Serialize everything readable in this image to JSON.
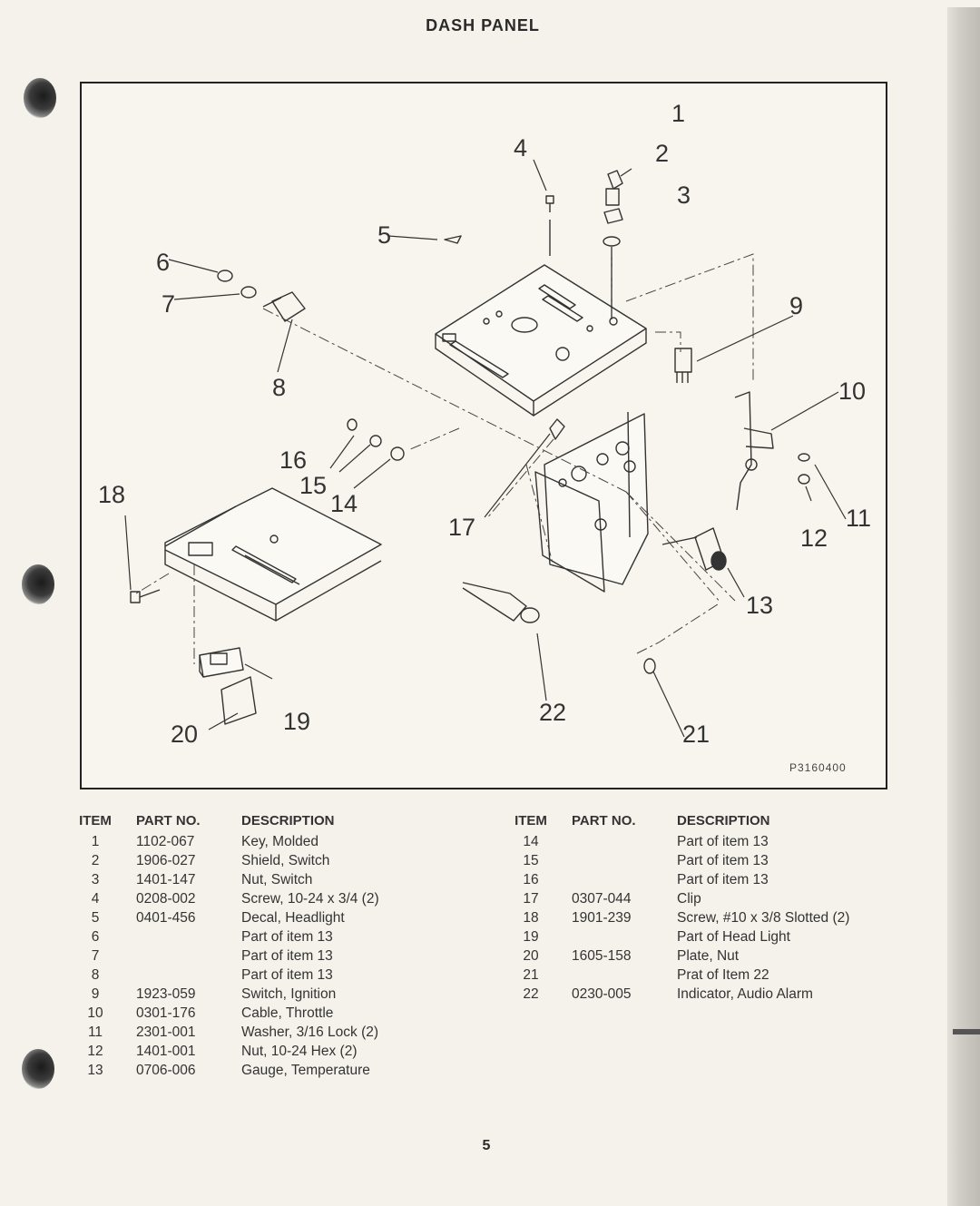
{
  "page": {
    "title": "DASH PANEL",
    "page_number": "5"
  },
  "diagram": {
    "figure_id": "P3160400",
    "callouts": [
      "1",
      "2",
      "3",
      "4",
      "5",
      "6",
      "7",
      "8",
      "9",
      "10",
      "11",
      "12",
      "13",
      "14",
      "15",
      "16",
      "17",
      "18",
      "19",
      "20",
      "21",
      "22"
    ]
  },
  "parts_table": {
    "headers": {
      "item": "ITEM",
      "part_no": "PART NO.",
      "description": "DESCRIPTION"
    },
    "rows": [
      {
        "item": "1",
        "part_no": "1102-067",
        "description": "Key, Molded"
      },
      {
        "item": "2",
        "part_no": "1906-027",
        "description": "Shield, Switch"
      },
      {
        "item": "3",
        "part_no": "1401-147",
        "description": "Nut, Switch"
      },
      {
        "item": "4",
        "part_no": "0208-002",
        "description": "Screw, 10-24 x 3/4 (2)"
      },
      {
        "item": "5",
        "part_no": "0401-456",
        "description": "Decal, Headlight"
      },
      {
        "item": "6",
        "part_no": "",
        "description": "Part of item 13"
      },
      {
        "item": "7",
        "part_no": "",
        "description": "Part of item 13"
      },
      {
        "item": "8",
        "part_no": "",
        "description": "Part of item 13"
      },
      {
        "item": "9",
        "part_no": "1923-059",
        "description": "Switch, Ignition"
      },
      {
        "item": "10",
        "part_no": "0301-176",
        "description": "Cable, Throttle"
      },
      {
        "item": "11",
        "part_no": "2301-001",
        "description": "Washer, 3/16 Lock (2)"
      },
      {
        "item": "12",
        "part_no": "1401-001",
        "description": "Nut, 10-24 Hex (2)"
      },
      {
        "item": "13",
        "part_no": "0706-006",
        "description": "Gauge, Temperature"
      },
      {
        "item": "14",
        "part_no": "",
        "description": "Part of item 13"
      },
      {
        "item": "15",
        "part_no": "",
        "description": "Part of item 13"
      },
      {
        "item": "16",
        "part_no": "",
        "description": "Part of item 13"
      },
      {
        "item": "17",
        "part_no": "0307-044",
        "description": "Clip"
      },
      {
        "item": "18",
        "part_no": "1901-239",
        "description": "Screw, #10 x 3/8 Slotted (2)"
      },
      {
        "item": "19",
        "part_no": "",
        "description": "Part of Head Light"
      },
      {
        "item": "20",
        "part_no": "1605-158",
        "description": "Plate, Nut"
      },
      {
        "item": "21",
        "part_no": "",
        "description": "Prat of Item 22"
      },
      {
        "item": "22",
        "part_no": "0230-005",
        "description": "Indicator, Audio Alarm"
      }
    ]
  }
}
